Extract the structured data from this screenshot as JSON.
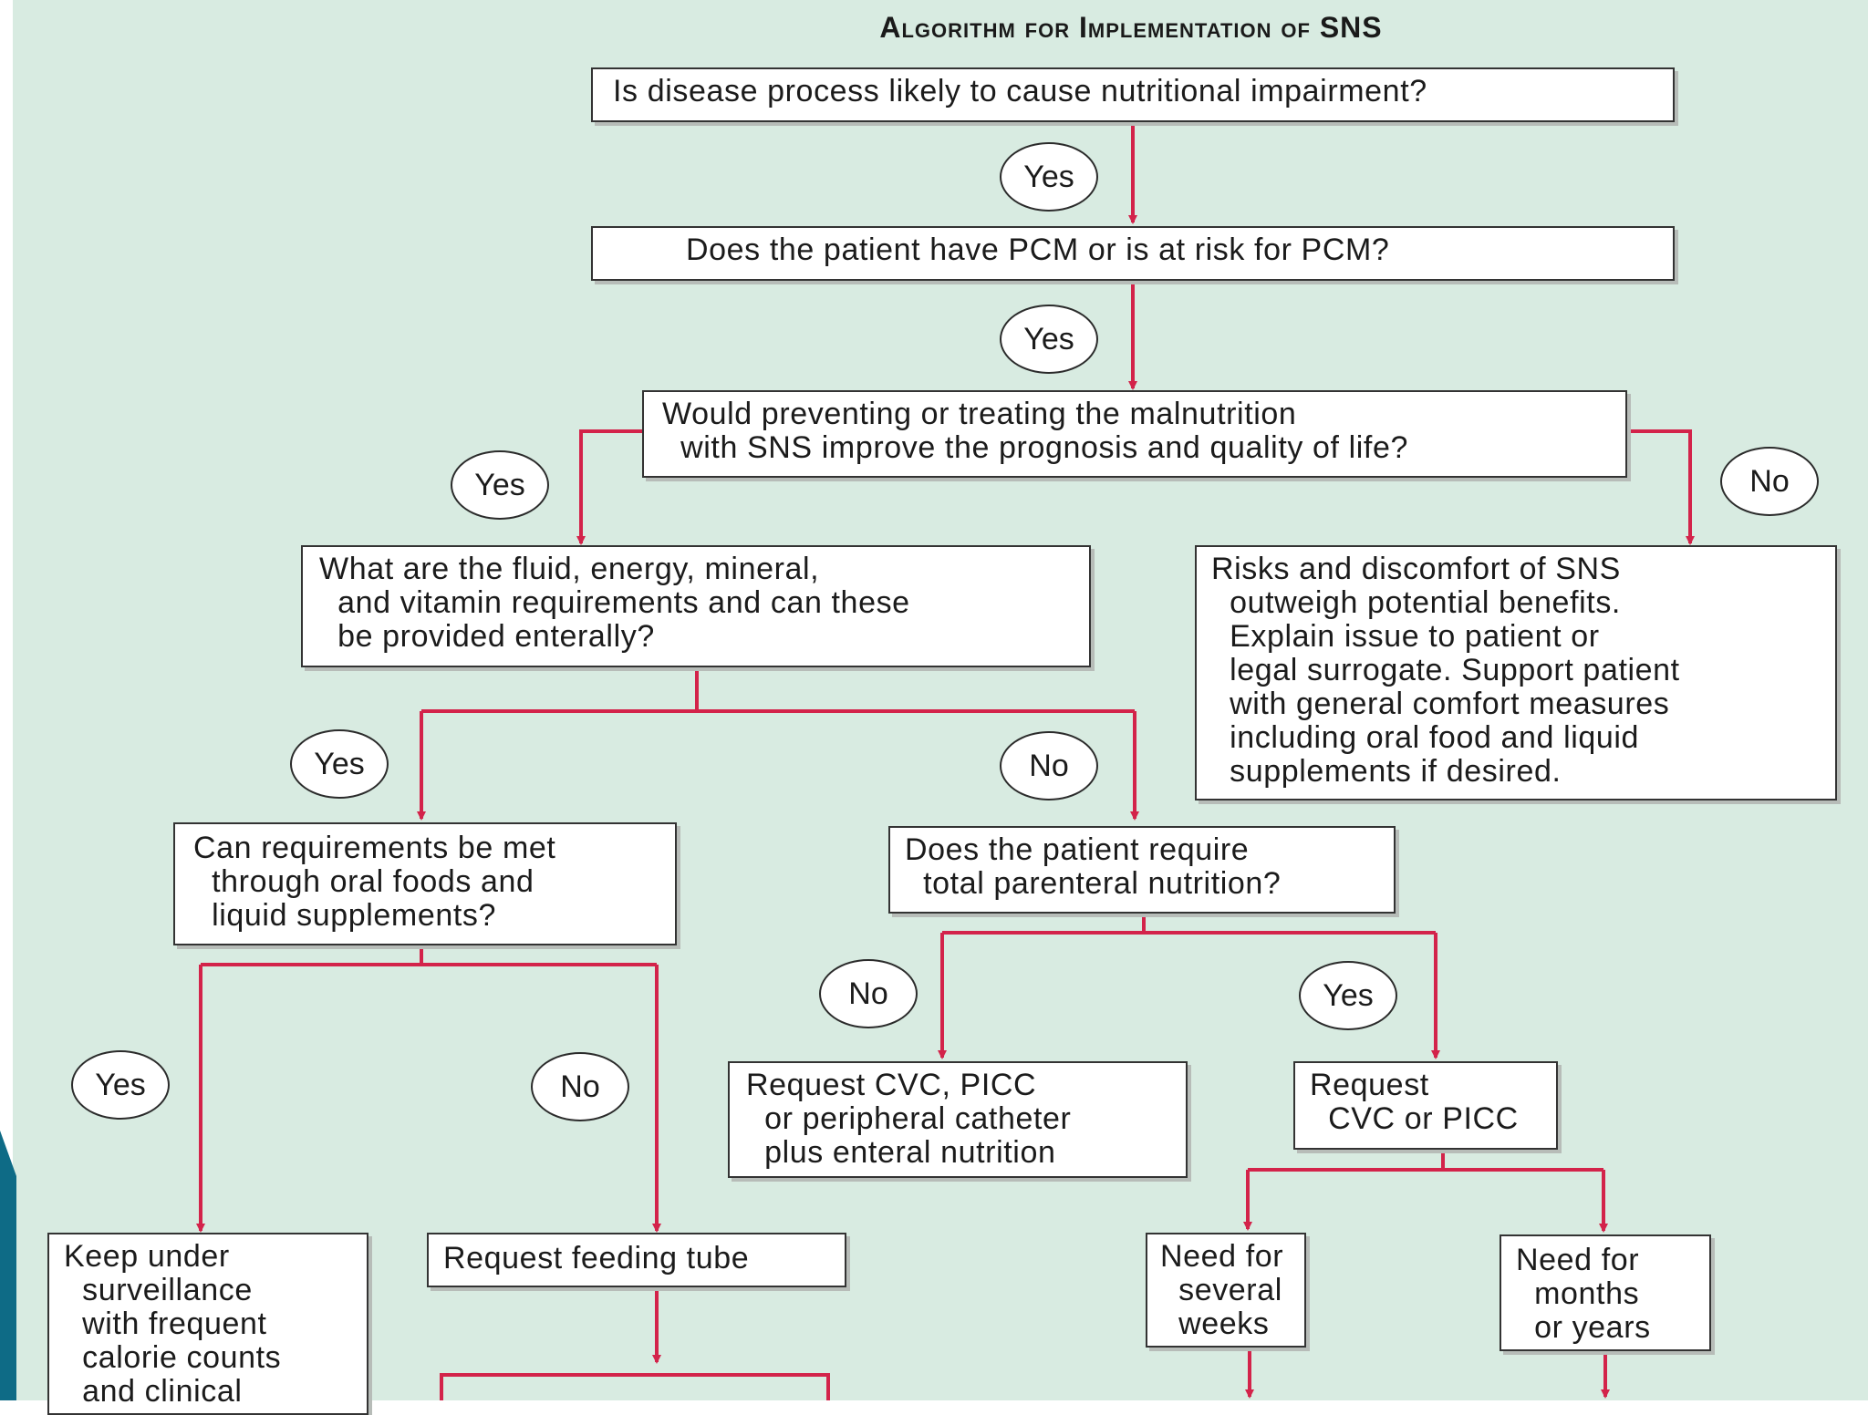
{
  "title": "Algorithm for Implementation of SNS",
  "colors": {
    "background": "#d8ebe1",
    "arrow": "#d3234a",
    "box_border": "#333333",
    "side_stripe": "#0e6b86"
  },
  "nodes": {
    "q1": "Is disease process likely to cause nutritional impairment?",
    "q2": "Does the patient have PCM or is at risk for PCM?",
    "q3": "Would preventing or treating the malnutrition\n  with SNS improve the prognosis and quality of life?",
    "q4": "What are the fluid, energy, mineral,\n  and vitamin requirements and can these\n  be provided enterally?",
    "risks": "Risks and discomfort of SNS\n  outweigh potential benefits.\n  Explain issue to patient or\n  legal surrogate. Support patient\n  with general comfort measures\n  including oral food and liquid\n  supplements if desired.",
    "q5": "Can requirements be met\n  through oral foods and\n  liquid supplements?",
    "q6": "Does the patient require\n  total parenteral nutrition?",
    "cvc_enteral": "Request CVC, PICC\n  or peripheral catheter\n  plus enteral nutrition",
    "cvc_picc": "Request\n  CVC or PICC",
    "surveillance": "Keep under\n  surveillance\n  with frequent\n  calorie counts\n  and clinical",
    "feeding_tube": "Request feeding tube",
    "weeks": "Need for\n  several\n  weeks",
    "months": "Need for\n  months\n  or years"
  },
  "labels": {
    "yes_1": "Yes",
    "yes_2": "Yes",
    "yes_3": "Yes",
    "no_1": "No",
    "yes_4": "Yes",
    "no_2": "No",
    "yes_5": "Yes",
    "no_3": "No",
    "no_4": "No",
    "yes_6": "Yes"
  }
}
